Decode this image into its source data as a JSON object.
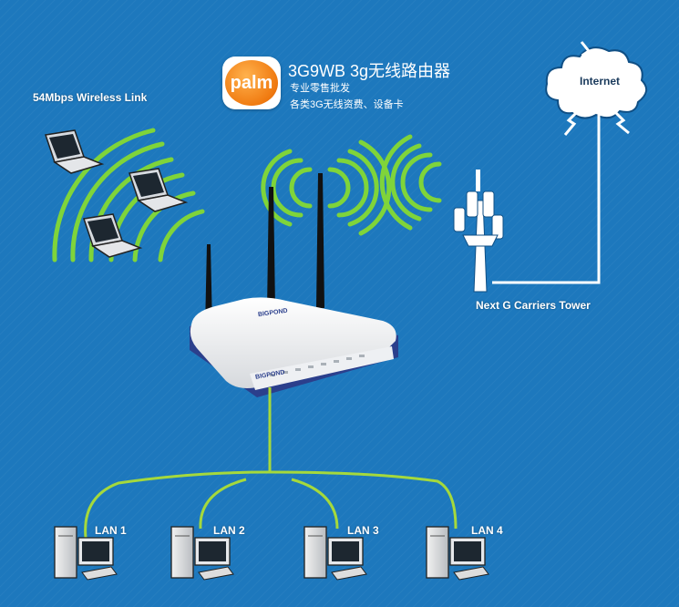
{
  "header": {
    "logo_text": "palm",
    "title": "3G9WB 3g无线路由器",
    "line1": "专业零售批发",
    "line2": "各类3G无线资费、设备卡"
  },
  "labels": {
    "wireless_link": "54Mbps Wireless Link",
    "internet": "Internet",
    "tower": "Next G Carriers Tower",
    "router_brand": "BIGPOND"
  },
  "lans": [
    {
      "label": "LAN 1"
    },
    {
      "label": "LAN 2"
    },
    {
      "label": "LAN 3"
    },
    {
      "label": "LAN 4"
    }
  ],
  "colors": {
    "background": "#1d78bd",
    "wifi": "#7fd43a",
    "lan_line": "#a5d93c",
    "logo": "#f07a10",
    "router_base": "#2b3f8c"
  }
}
